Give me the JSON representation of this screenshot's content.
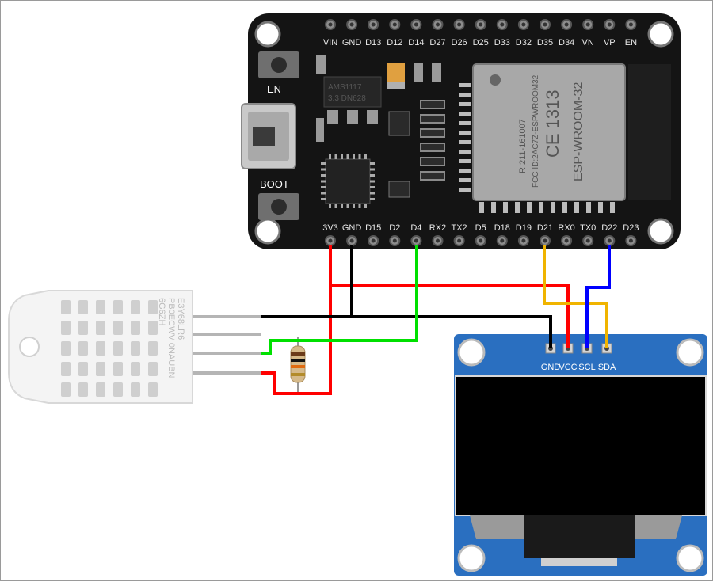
{
  "esp32": {
    "top_pins": [
      "VIN",
      "GND",
      "D13",
      "D12",
      "D14",
      "D27",
      "D26",
      "D25",
      "D33",
      "D32",
      "D35",
      "D34",
      "VN",
      "VP",
      "EN"
    ],
    "bottom_pins": [
      "3V3",
      "GND",
      "D15",
      "D2",
      "D4",
      "RX2",
      "TX2",
      "D5",
      "D18",
      "D19",
      "D21",
      "RX0",
      "TX0",
      "D22",
      "D23"
    ],
    "en_label": "EN",
    "boot_label": "BOOT",
    "regulator_text": [
      "AMS1117",
      "3.3 DN628"
    ],
    "module_text": [
      "ESP-WROOM-32",
      "CE 1313",
      "FCC ID:2AC7Z-ESPWROOM32",
      "R 211-161007"
    ]
  },
  "oled": {
    "pins": [
      "GND",
      "VCC",
      "SCL",
      "SDA"
    ]
  },
  "sensor": {
    "text": [
      "E3Y68LR6",
      "PB0ECWV 0NAUBN",
      "6G6ZH"
    ]
  },
  "colors": {
    "red": "#ff0000",
    "black": "#000000",
    "green": "#00e000",
    "yellow": "#f0b400",
    "blue": "#0000ff",
    "oled_board": "#2a6fc0",
    "esp_board": "#141414"
  }
}
